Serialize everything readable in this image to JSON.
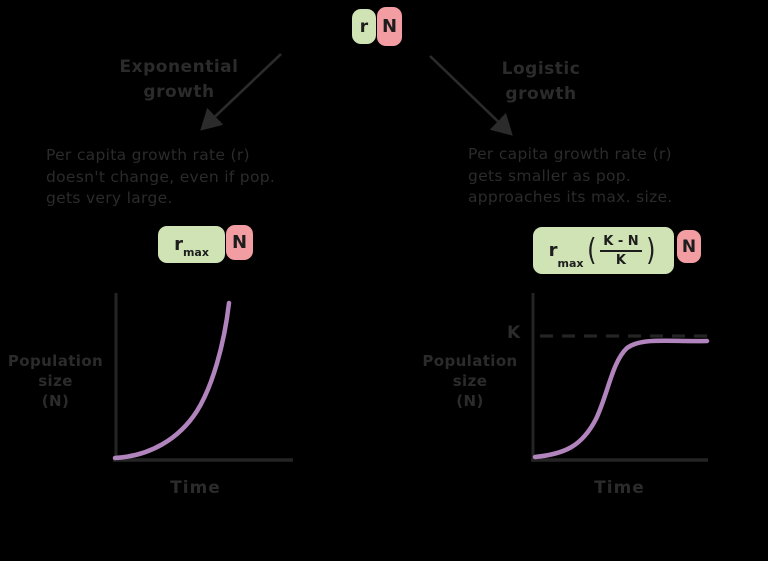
{
  "top_formula": {
    "r": "r",
    "n": "N"
  },
  "branches": {
    "left": {
      "label_line1": "Exponential",
      "label_line2": "growth",
      "description": "Per capita growth rate (r)\ndoesn't change, even if pop.\ngets very large.",
      "formula": {
        "base": "r",
        "sub": "max",
        "n": "N"
      }
    },
    "right": {
      "label_line1": "Logistic",
      "label_line2": "growth",
      "description": "Per capita growth rate (r)\ngets smaller as pop.\napproaches its max. size.",
      "formula": {
        "base": "r",
        "sub": "max",
        "paren_open": "(",
        "numerator": "K - N",
        "denominator": "K",
        "paren_close": ")",
        "n": "N"
      }
    }
  },
  "graphs": {
    "left": {
      "ylabel_line1": "Population",
      "ylabel_line2": "size",
      "ylabel_line3": "(N)",
      "xlabel": "Time",
      "curve_type": "exponential (J-shaped), qualitative, no numeric ticks"
    },
    "right": {
      "ylabel_line1": "Population",
      "ylabel_line2": "size",
      "ylabel_line3": "(N)",
      "xlabel": "Time",
      "k_label": "K",
      "curve_type": "logistic (S-shaped) leveling off just below carrying capacity K (dashed line), qualitative, no numeric ticks"
    }
  },
  "colors": {
    "background": "#000000",
    "ink": "#2b2b2b",
    "box_text": "#1d1d1d",
    "green_box": "#cfe3b4",
    "pink_box": "#f19da1",
    "curve_purple": "#b184bd"
  }
}
